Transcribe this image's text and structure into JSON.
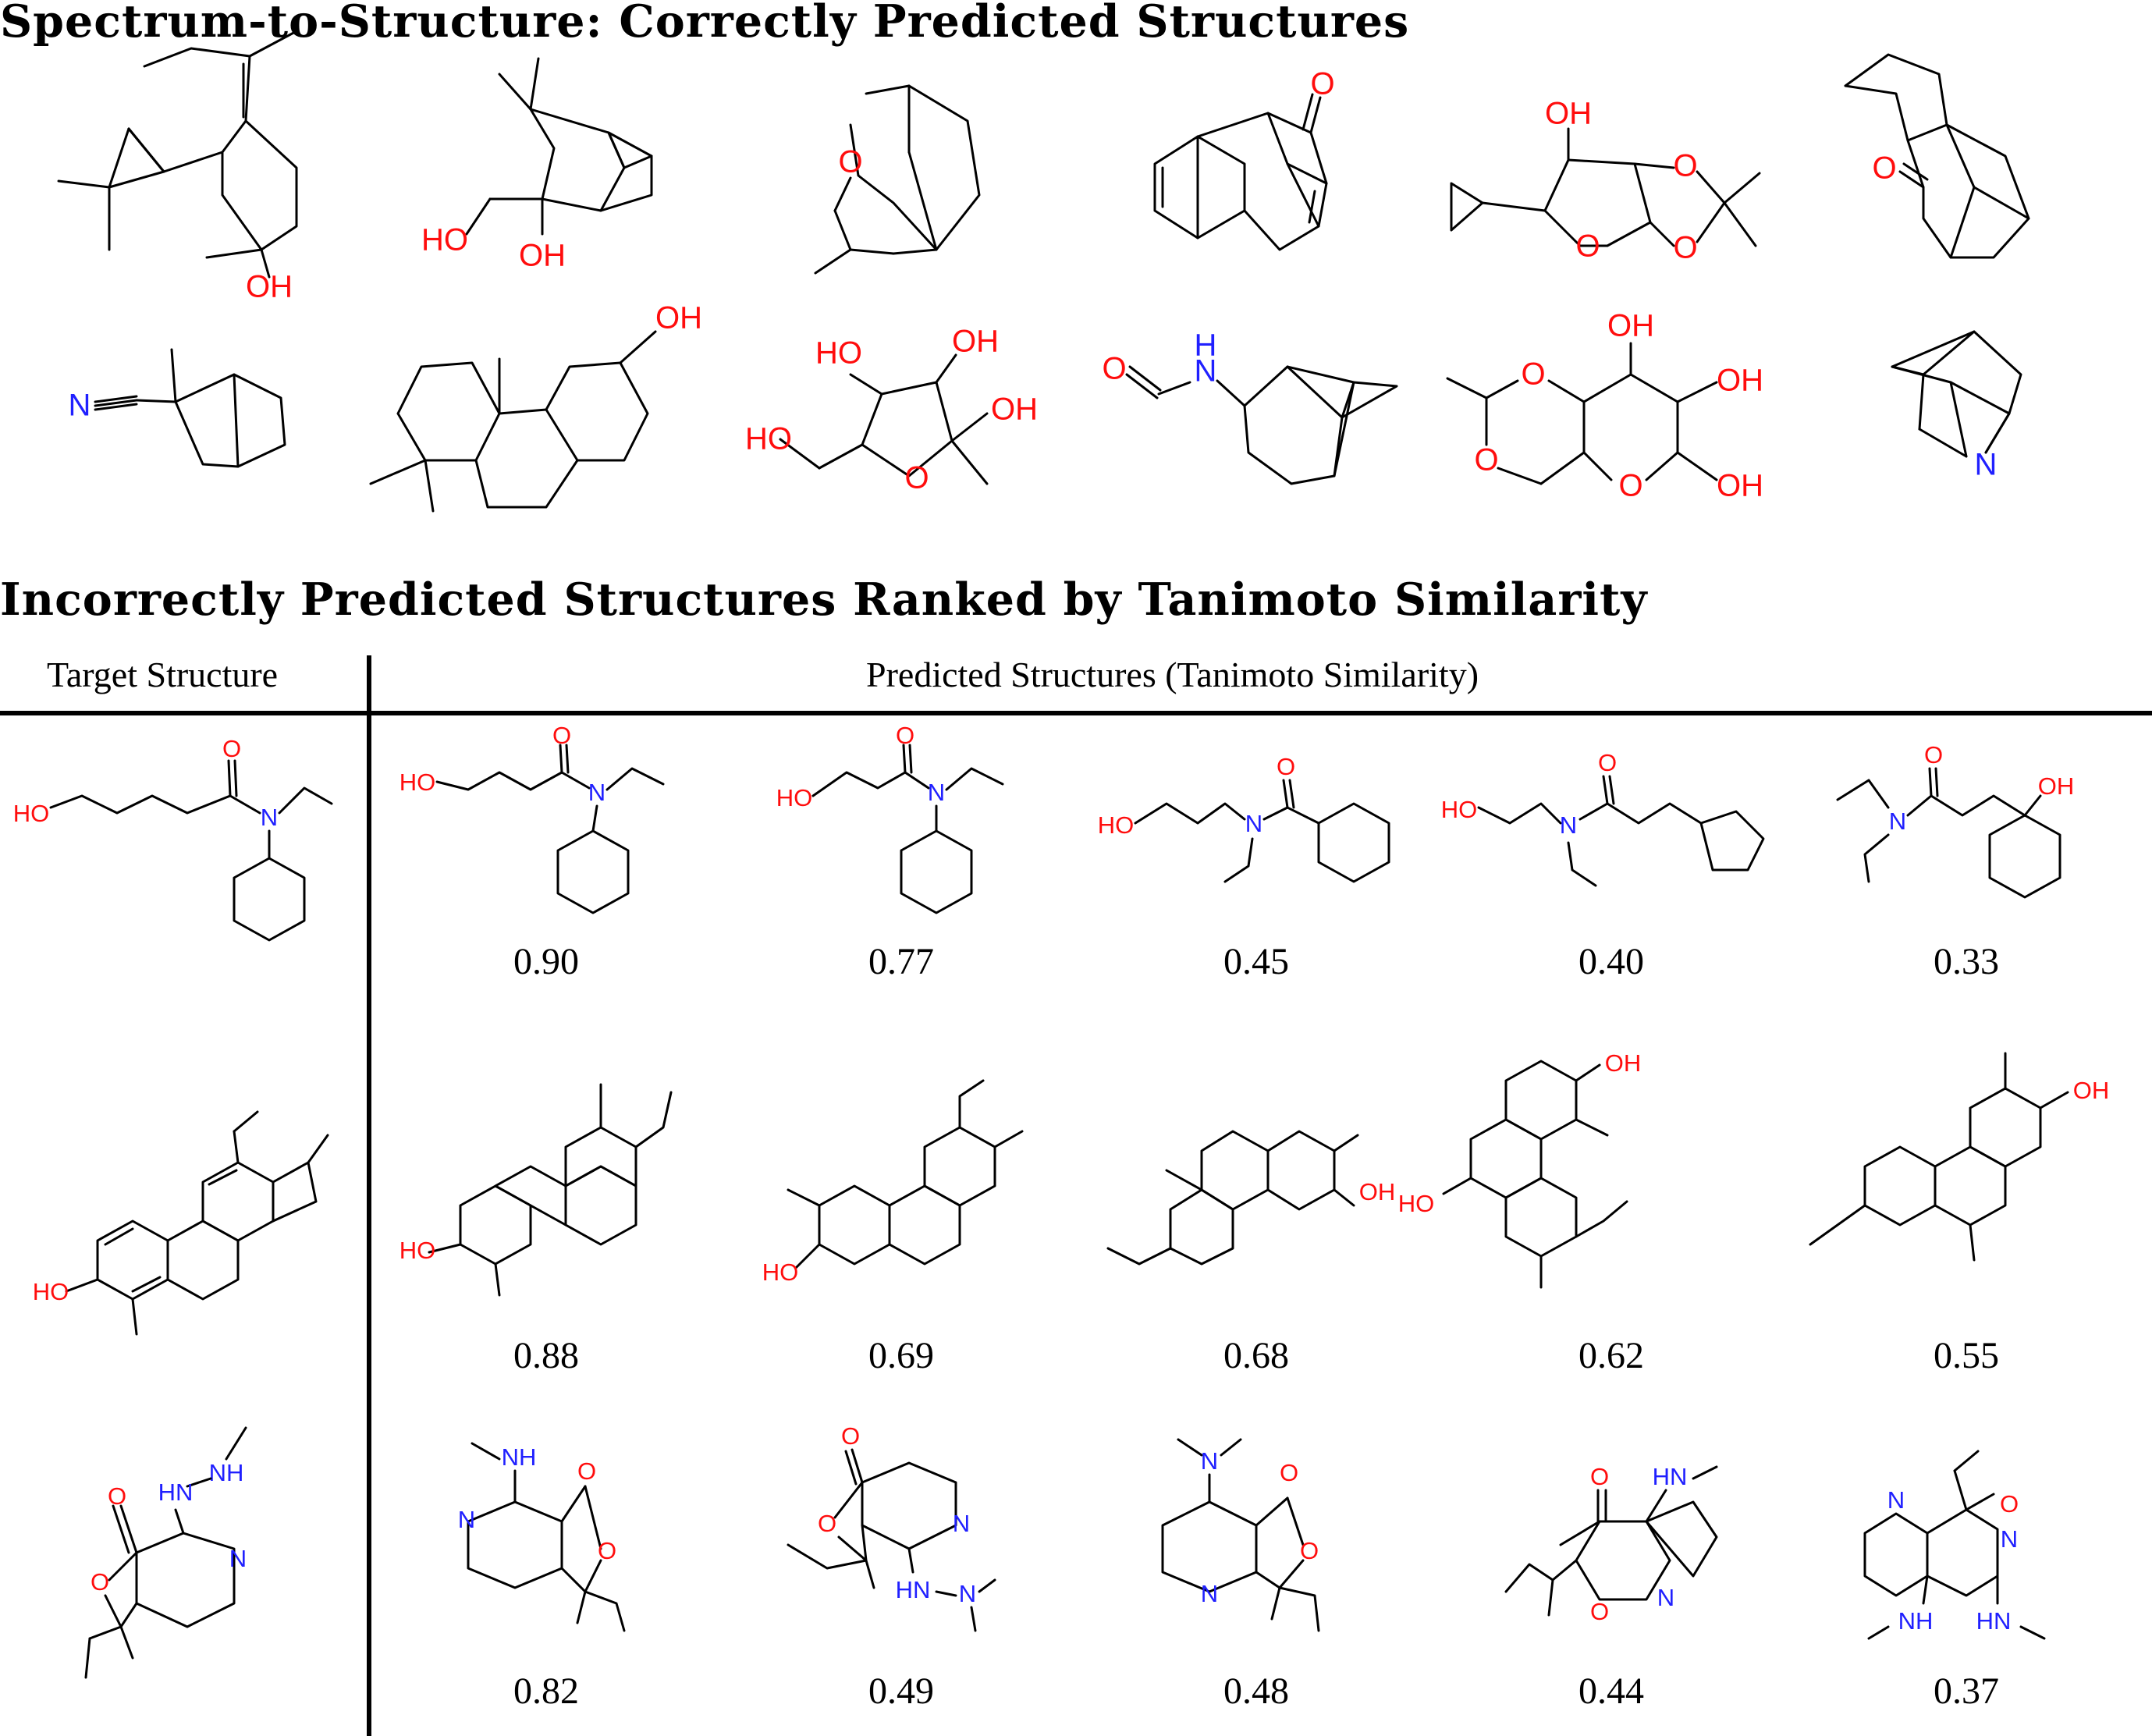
{
  "title_correct": "Spectrum-to-Structure: Correctly Predicted Structures",
  "title_incorrect": "Incorrectly Predicted Structures Ranked by Tanimoto Similarity",
  "table": {
    "target_header": "Target Structure",
    "predicted_header": "Predicted Structures (Tanimoto Similarity)",
    "rows": [
      {
        "scores": [
          "0.90",
          "0.77",
          "0.45",
          "0.40",
          "0.33"
        ]
      },
      {
        "scores": [
          "0.88",
          "0.69",
          "0.68",
          "0.62",
          "0.55"
        ]
      },
      {
        "scores": [
          "0.82",
          "0.49",
          "0.48",
          "0.44",
          "0.37"
        ]
      }
    ]
  },
  "atom_labels": {
    "oh": "OH",
    "ho": "HO",
    "o": "O",
    "n": "N",
    "h": "H",
    "nh": "NH",
    "hn": "HN",
    "hn_n": "HN–N"
  },
  "colors": {
    "oxygen": "#ff0d0d",
    "nitrogen": "#2020ff",
    "bond": "#000000"
  }
}
